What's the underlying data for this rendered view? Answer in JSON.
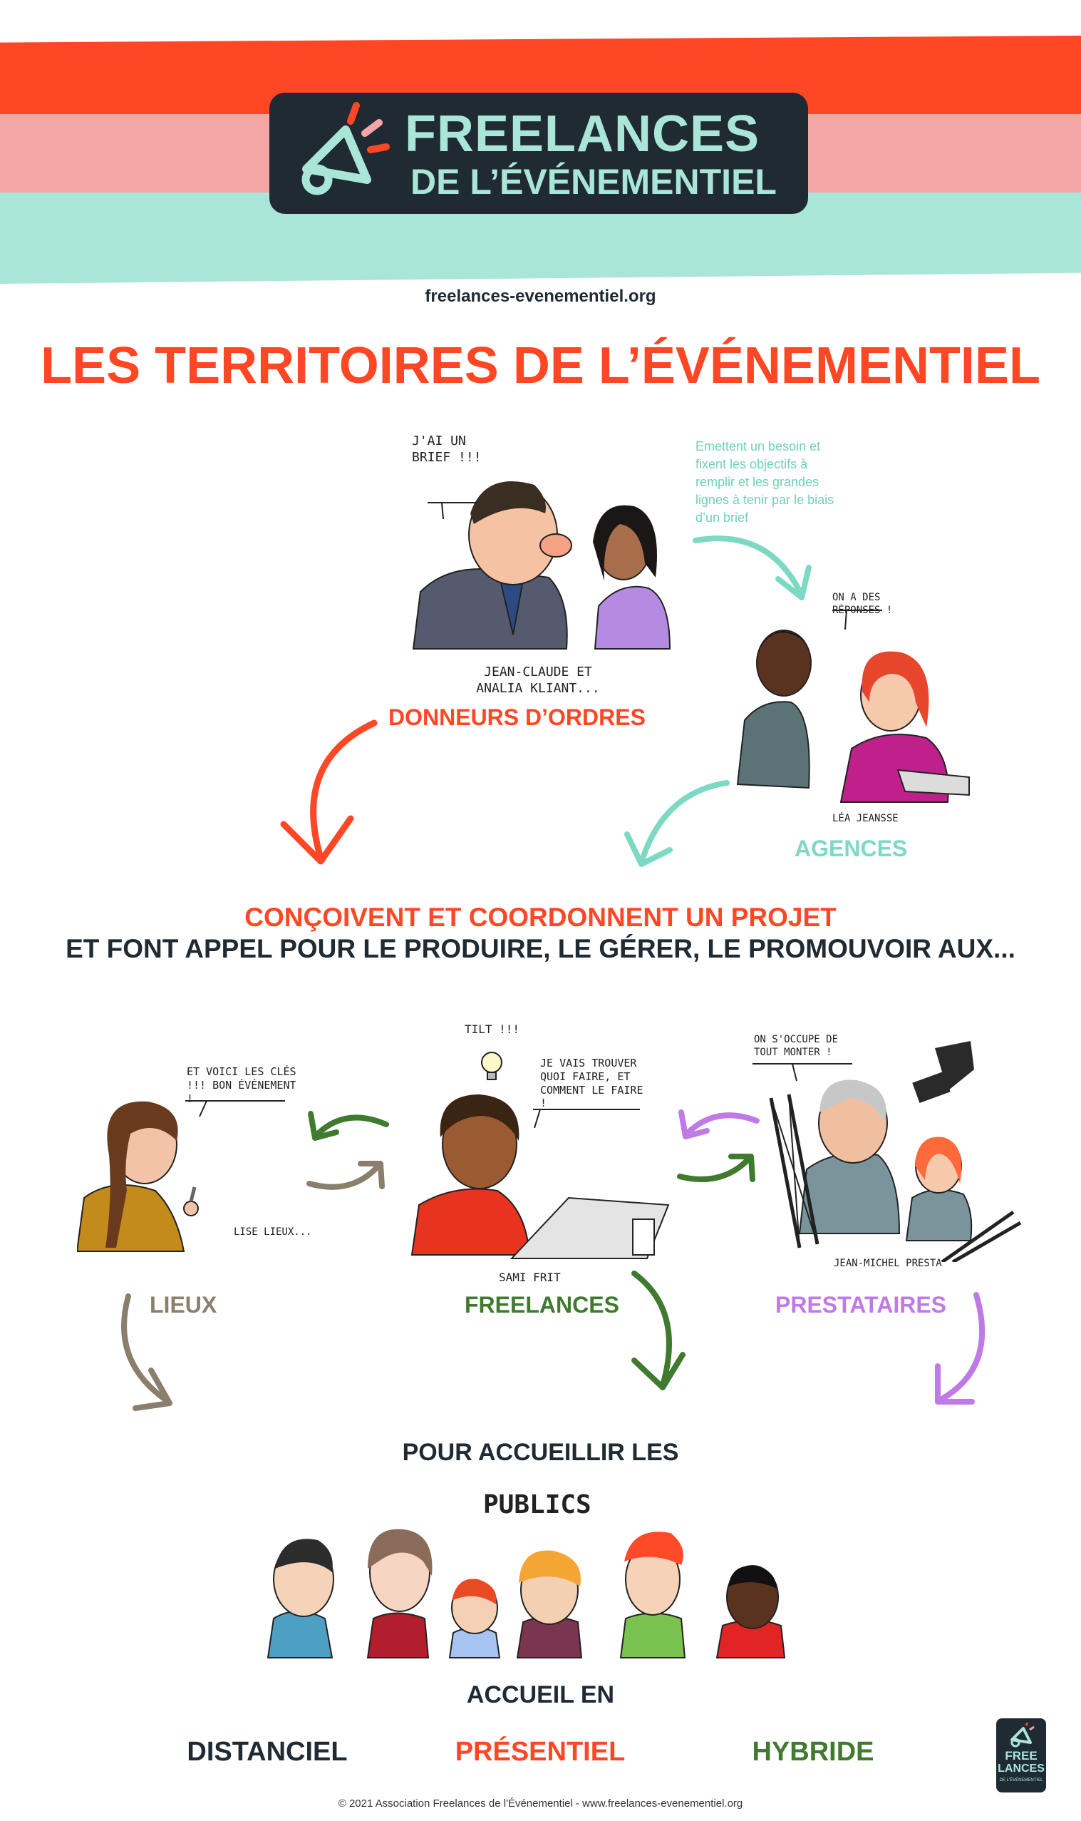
{
  "colors": {
    "red": "#ff4625",
    "pink": "#f3a6a5",
    "mint": "#a9e6d8",
    "navy": "#1f2a33",
    "green": "#3f7a2f",
    "purple": "#c07ae6",
    "taupe": "#8a7e6c"
  },
  "header": {
    "logo_line1": "FREELANCES",
    "logo_line2": "DE L’ÉVÉNEMENTIEL",
    "logo_icon": "megaphone-icon",
    "website": "freelances-evenementiel.org"
  },
  "title": "LES TERRITOIRES DE L’ÉVÉNEMENTIEL",
  "top_section": {
    "client_bubble": "J'AI UN BRIEF !!!",
    "client_caption": "JEAN-CLAUDE ET ANALIA KLIANT...",
    "client_label": "DONNEURS D’ORDRES",
    "note": "Emettent un besoin et fixent les objectifs à remplir et les grandes lignes à tenir par le biais d’un brief",
    "agency_bubble": "ON A DES RÉPONSES !",
    "agency_caption": "LÉA JEANSSE",
    "agency_label": "AGENCES"
  },
  "middle": {
    "line1": "CONÇOIVENT ET COORDONNENT UN PROJET",
    "line2": "ET FONT APPEL POUR LE PRODUIRE, LE GÉRER, LE PROMOUVOIR AUX..."
  },
  "actors": {
    "lieux_bubble": "ET VOICI LES CLÉS !!! BON ÉVÉNEMENT !",
    "lieux_caption": "LISE LIEUX...",
    "lieux_label": "LIEUX",
    "freelance_tilt": "TILT !!!",
    "freelance_bubble": "JE VAIS TROUVER QUOI FAIRE, ET COMMENT LE FAIRE !",
    "freelance_caption": "SAMI FRIT",
    "freelance_label": "FREELANCES",
    "presta_bubble": "ON S'OCCUPE DE TOUT MONTER !",
    "presta_caption": "JEAN-MICHEL PRESTA",
    "presta_label": "PRESTATAIRES"
  },
  "bottom": {
    "heading": "POUR ACCUEILLIR LES",
    "publics": "PUBLICS",
    "accueil": "ACCUEIL EN",
    "modes": [
      "DISTANCIEL",
      "PRÉSENTIEL",
      "HYBRIDE"
    ]
  },
  "corner_logo": [
    "FREE",
    "LANCES",
    "DE L'ÉVÉNEMENTIEL"
  ],
  "footer": "© 2021 Association Freelances de l'Événementiel - www.freelances-evenementiel.org"
}
